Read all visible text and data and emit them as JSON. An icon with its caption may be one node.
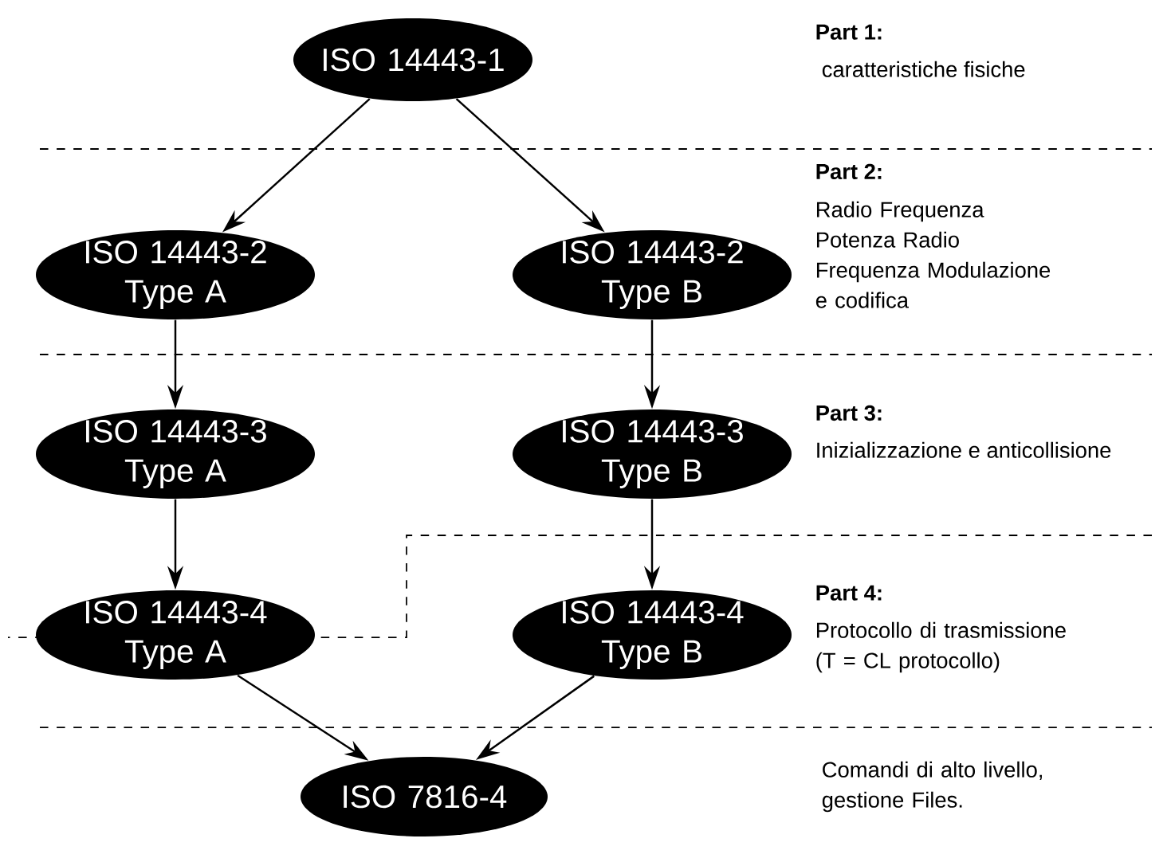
{
  "diagram": {
    "nodes": [
      {
        "text": [
          "ISO 14443-1"
        ]
      },
      {
        "text": [
          "ISO 14443-2 Type A"
        ]
      },
      {
        "text": [
          "ISO 14443-2 Type B"
        ]
      },
      {
        "text": [
          "ISO 14443-3 Type A"
        ]
      },
      {
        "text": [
          "ISO 14443-3 Type B"
        ]
      },
      {
        "text": [
          "ISO 14443-4 Type A"
        ]
      },
      {
        "text": [
          "ISO 14443-4 Type B"
        ]
      },
      {
        "text": [
          "ISO 7816-4"
        ]
      }
    ],
    "edges": [
      {
        "from": 0,
        "to": 1,
        "arrow": "to"
      },
      {
        "from": 0,
        "to": 2,
        "arrow": "to"
      },
      {
        "from": 1,
        "to": 3,
        "arrow": "to"
      },
      {
        "from": 2,
        "to": 4,
        "arrow": "to"
      },
      {
        "from": 3,
        "to": 5,
        "arrow": "to"
      },
      {
        "from": 4,
        "to": 6,
        "arrow": "to"
      },
      {
        "from": 5,
        "to": 7,
        "arrow": "to"
      },
      {
        "from": 6,
        "to": 7,
        "arrow": "to"
      }
    ],
    "labels": [
      "Part 1:",
      "caratteristiche fisiche",
      "Part 2:",
      "Radio Frequenza Potenza Radio Frequenza Modulazione e codifica",
      "Part 3:",
      "Inizializzazione e anticollisione",
      "Part 4:",
      "Protocollo di trasmissione (T = CL protocollo)",
      "Comandi di alto livello, gestione Files."
    ]
  }
}
